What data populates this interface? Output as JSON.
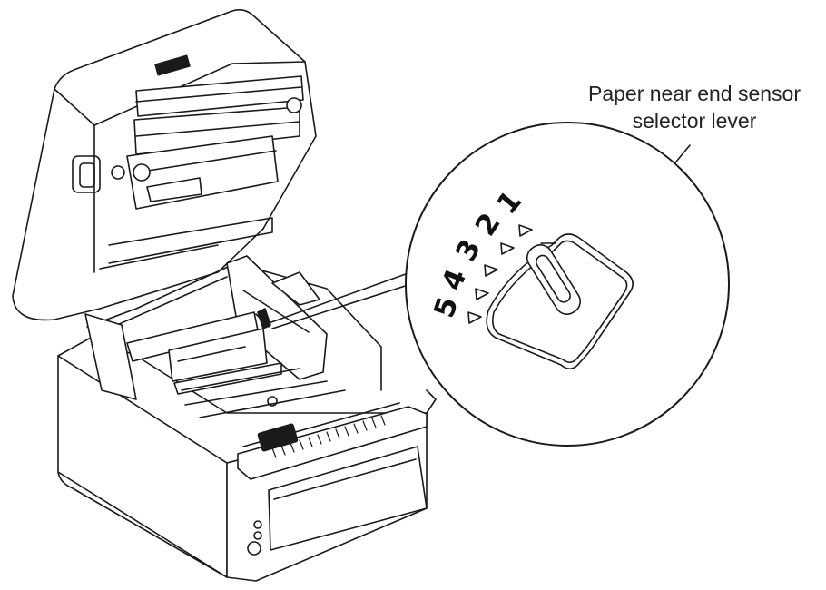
{
  "callout": {
    "label_line1": "Paper near end sensor",
    "label_line2": "selector lever"
  },
  "positions": [
    "5",
    "4",
    "3",
    "2",
    "1"
  ],
  "colors": {
    "stroke": "#1a1a1a",
    "fill": "#ffffff"
  }
}
